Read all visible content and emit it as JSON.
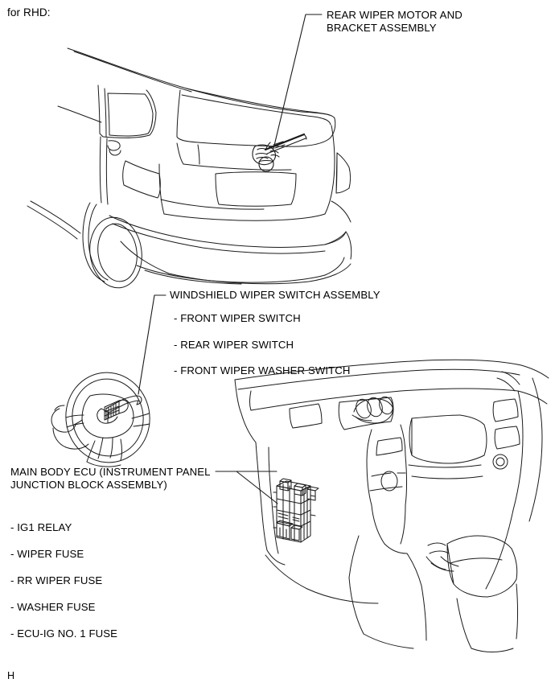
{
  "document": {
    "condition_note": "for RHD:",
    "page_mark": "H",
    "stroke_color": "#1a1a1a",
    "text_color": "#000000",
    "background_color": "#ffffff"
  },
  "callouts": {
    "rear_wiper_motor": {
      "name": "rear-wiper-motor-callout",
      "line1": "REAR WIPER MOTOR AND",
      "line2": "BRACKET ASSEMBLY"
    },
    "windshield_wiper_switch": {
      "name": "windshield-wiper-switch-callout",
      "title": "WINDSHIELD WIPER SWITCH ASSEMBLY",
      "items": [
        "- FRONT WIPER SWITCH",
        "- REAR WIPER SWITCH",
        "- FRONT WIPER WASHER SWITCH"
      ]
    },
    "main_body_ecu": {
      "name": "main-body-ecu-callout",
      "line1": "MAIN BODY ECU (INSTRUMENT PANEL",
      "line2": "JUNCTION BLOCK ASSEMBLY)",
      "items": [
        "- IG1 RELAY",
        "- WIPER FUSE",
        "- RR WIPER FUSE",
        "- WASHER FUSE",
        "- ECU-IG NO. 1 FUSE"
      ]
    }
  },
  "illustrations": {
    "rear_vehicle": {
      "name": "vehicle-rear-three-quarter-view",
      "description": "Rear three-quarter line drawing of hatchback showing back door, rear window, rear wiper, bumper and rear wheel"
    },
    "steering_wheel": {
      "name": "steering-wheel-with-wiper-stalk",
      "description": "Steering wheel line drawing with windshield wiper switch stalk on right side"
    },
    "instrument_panel": {
      "name": "instrument-panel-interior-view",
      "description": "Instrument panel line drawing with center cluster, console, shift lever and driver side junction block"
    },
    "rear_wiper_motor_detail": {
      "name": "rear-wiper-motor-detail",
      "description": "Rear wiper motor and bracket assembly with wiper arm at rear window base"
    },
    "junction_block_detail": {
      "name": "instrument-panel-junction-block-detail",
      "description": "Instrument panel junction block assembly with relays, fuses and connectors"
    }
  }
}
